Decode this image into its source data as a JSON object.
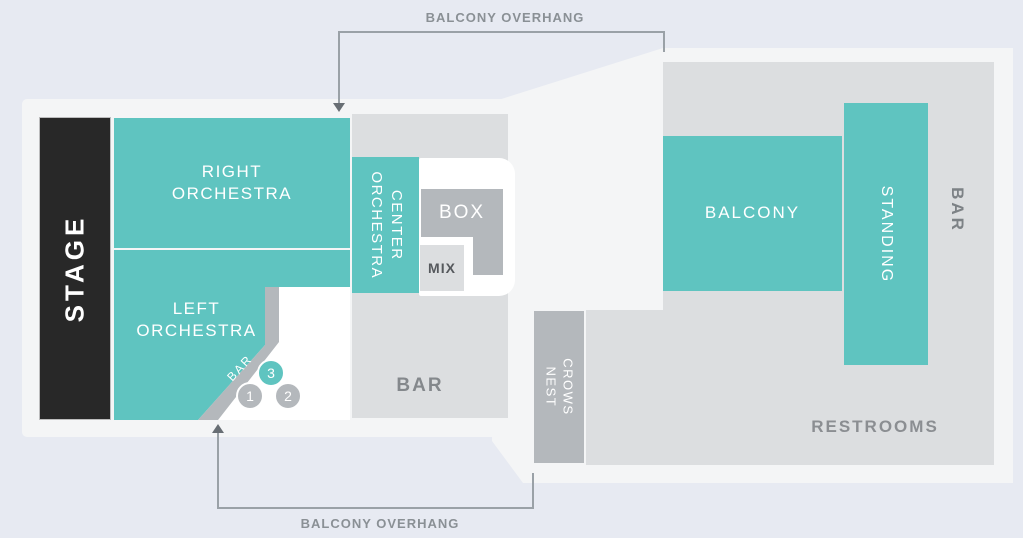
{
  "colors": {
    "background": "#e7eaf2",
    "floor": "#f4f5f6",
    "lobby_gray": "#dcdee0",
    "block_gray": "#b4b8bc",
    "section_teal": "#5fc4c0",
    "stage_black": "#282828",
    "annotation_gray": "#8a9095"
  },
  "annotations": {
    "top": {
      "label": "BALCONY OVERHANG"
    },
    "bottom": {
      "label": "BALCONY OVERHANG"
    }
  },
  "stage": {
    "label": "STAGE"
  },
  "left_floor": {
    "sections": {
      "right_orchestra": {
        "label": "RIGHT\nORCHESTRA"
      },
      "left_orchestra": {
        "label": "LEFT\nORCHESTRA"
      },
      "center_orchestra": {
        "label": "CENTER\nORCHESTRA"
      },
      "box": {
        "label": "BOX"
      },
      "mix": {
        "label": "MIX"
      }
    },
    "bar_strip": {
      "label": "BAR"
    },
    "lobby_bar": {
      "label": "BAR"
    },
    "markers": [
      {
        "label": "1",
        "color": "gray"
      },
      {
        "label": "2",
        "color": "gray"
      },
      {
        "label": "3",
        "color": "teal"
      }
    ]
  },
  "right_floor": {
    "sections": {
      "balcony": {
        "label": "BALCONY"
      },
      "standing": {
        "label": "STANDING"
      }
    },
    "crows_nest": {
      "label": "CROWS NEST"
    },
    "bar": {
      "label": "BAR"
    },
    "restrooms": {
      "label": "RESTROOMS"
    }
  }
}
